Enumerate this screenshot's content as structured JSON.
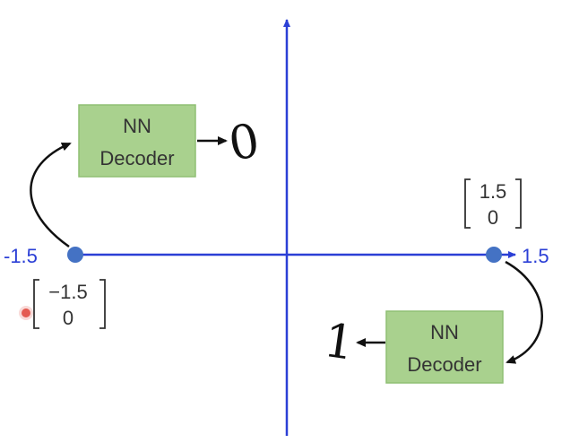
{
  "axis": {
    "left_tick": "-1.5",
    "right_tick": "1.5"
  },
  "upper_decoder": {
    "line1": "NN",
    "line2": "Decoder",
    "output_digit": "0"
  },
  "lower_decoder": {
    "line1": "NN",
    "line2": "Decoder",
    "output_digit": "1"
  },
  "left_vector": {
    "top": "−1.5",
    "bottom": "0"
  },
  "right_vector": {
    "top": "1.5",
    "bottom": "0"
  },
  "colors": {
    "axis": "#2b3fd6",
    "point": "#4472c4",
    "box_fill": "#a9d18e",
    "laser_dot": "#e0443a"
  }
}
